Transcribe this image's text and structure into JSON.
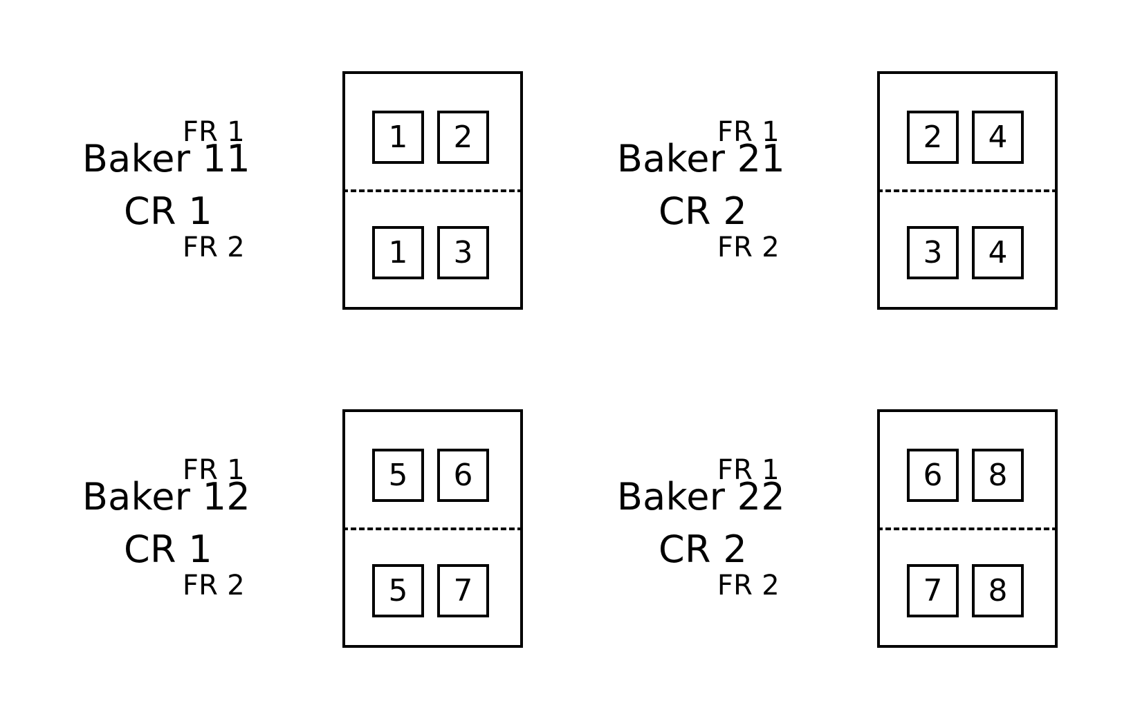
{
  "diagram": {
    "title": "Baker CR FR allocation diagram",
    "background_color": "#ffffff",
    "line_color": "#000000",
    "groups": [
      {
        "id": "baker-11",
        "name": "Baker 11",
        "cr": "CR 1",
        "position": "top-left",
        "rows": [
          {
            "label": "FR 1",
            "cells": [
              "1",
              "2"
            ]
          },
          {
            "label": "FR 2",
            "cells": [
              "1",
              "3"
            ]
          }
        ]
      },
      {
        "id": "baker-21",
        "name": "Baker 21",
        "cr": "CR 2",
        "position": "top-right",
        "rows": [
          {
            "label": "FR 1",
            "cells": [
              "2",
              "4"
            ]
          },
          {
            "label": "FR 2",
            "cells": [
              "3",
              "4"
            ]
          }
        ]
      },
      {
        "id": "baker-12",
        "name": "Baker 12",
        "cr": "CR 1",
        "position": "bottom-left",
        "rows": [
          {
            "label": "FR 1",
            "cells": [
              "5",
              "6"
            ]
          },
          {
            "label": "FR 2",
            "cells": [
              "5",
              "7"
            ]
          }
        ]
      },
      {
        "id": "baker-22",
        "name": "Baker 22",
        "cr": "CR 2",
        "position": "bottom-right",
        "rows": [
          {
            "label": "FR 1",
            "cells": [
              "6",
              "8"
            ]
          },
          {
            "label": "FR 2",
            "cells": [
              "7",
              "8"
            ]
          }
        ]
      }
    ]
  }
}
